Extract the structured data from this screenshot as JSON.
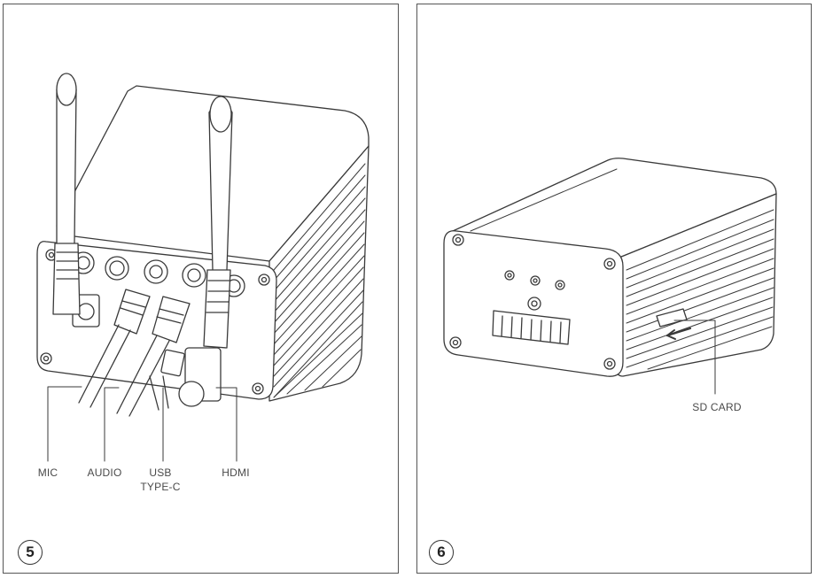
{
  "panels": [
    {
      "number": "5",
      "labels": {
        "mic": "MIC",
        "audio": "AUDIO",
        "usb_line1": "USB",
        "usb_line2": "TYPE-C",
        "hdmi": "HDMI"
      }
    },
    {
      "number": "6",
      "labels": {
        "sd_card": "SD CARD"
      }
    }
  ],
  "colors": {
    "line": "#3a3a3a",
    "frame": "#555555",
    "text": "#4a4a4a"
  }
}
